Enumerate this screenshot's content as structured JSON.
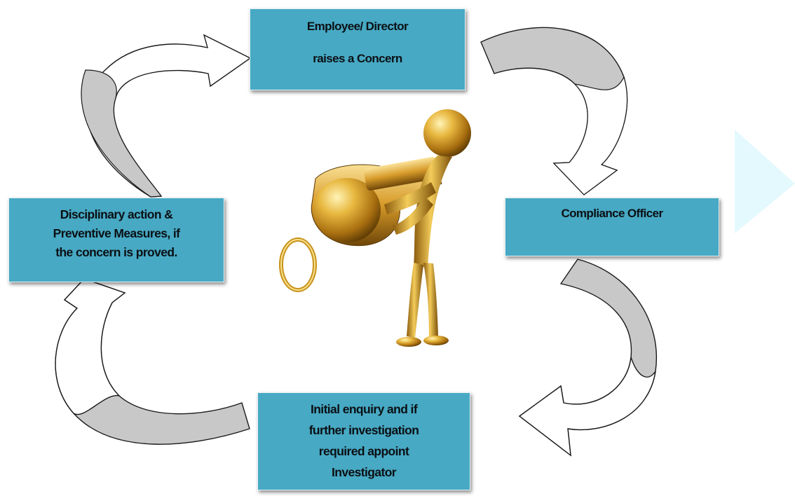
{
  "diagram": {
    "steps": [
      {
        "id": "raise",
        "lines": [
          "Employee/ Director",
          "raises a Concern"
        ]
      },
      {
        "id": "compliance",
        "lines": [
          "Compliance Officer"
        ]
      },
      {
        "id": "enquiry",
        "lines": [
          "Initial enquiry and if",
          "further investigation",
          "required appoint",
          "Investigator"
        ]
      },
      {
        "id": "discipline",
        "lines": [
          "Disciplinary action &",
          "Preventive Measures, if",
          "the concern is proved."
        ]
      }
    ],
    "center_image": "golden-figure-with-whistle",
    "colors": {
      "box_fill": "#47a9c4",
      "arrow_fill": "#c8c8c8",
      "arrow_outline": "#1a1a1a",
      "side_triangle": "#e3f9fd"
    }
  }
}
